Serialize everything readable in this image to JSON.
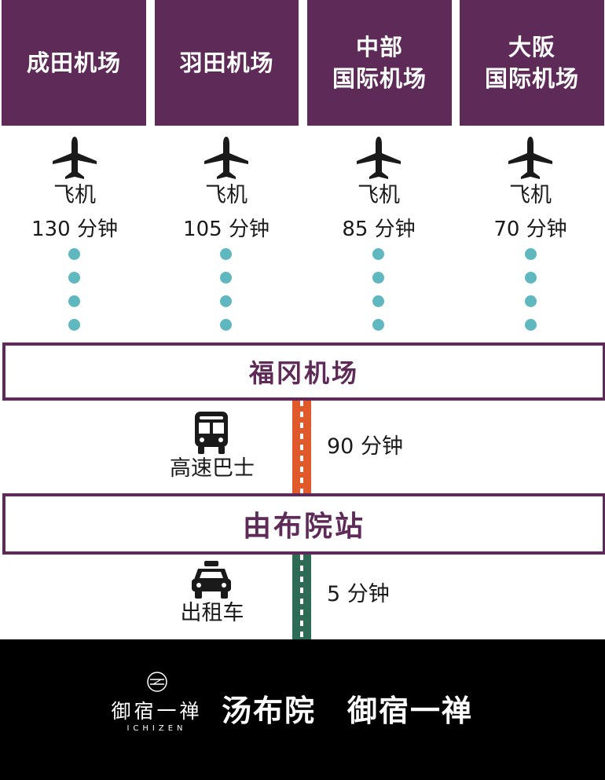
{
  "airports": [
    {
      "line1": "成田机场",
      "line2": "",
      "mode": "飞机",
      "duration": "130 分钟"
    },
    {
      "line1": "羽田机场",
      "line2": "",
      "mode": "飞机",
      "duration": "105 分钟"
    },
    {
      "line1": "中部",
      "line2": "国际机场",
      "mode": "飞机",
      "duration": "85 分钟"
    },
    {
      "line1": "大阪",
      "line2": "国际机场",
      "mode": "飞机",
      "duration": "70 分钟"
    }
  ],
  "hub": {
    "name": "福冈机场"
  },
  "leg1": {
    "mode": "高速巴士",
    "duration": "90 分钟",
    "road_color": "#e0592a",
    "icon": "bus-icon"
  },
  "station": {
    "name": "由布院站"
  },
  "leg2": {
    "mode": "出租车",
    "duration": "5 分钟",
    "road_color": "#2e6b55",
    "icon": "taxi-icon"
  },
  "footer": {
    "logo_text": "御宿一禅",
    "logo_sub": "ICHIZEN",
    "destination": "汤布院　御宿一禅"
  },
  "colors": {
    "brand_purple": "#5e2a58",
    "dot_teal": "#5fb8c0",
    "footer_bg": "#000000"
  }
}
